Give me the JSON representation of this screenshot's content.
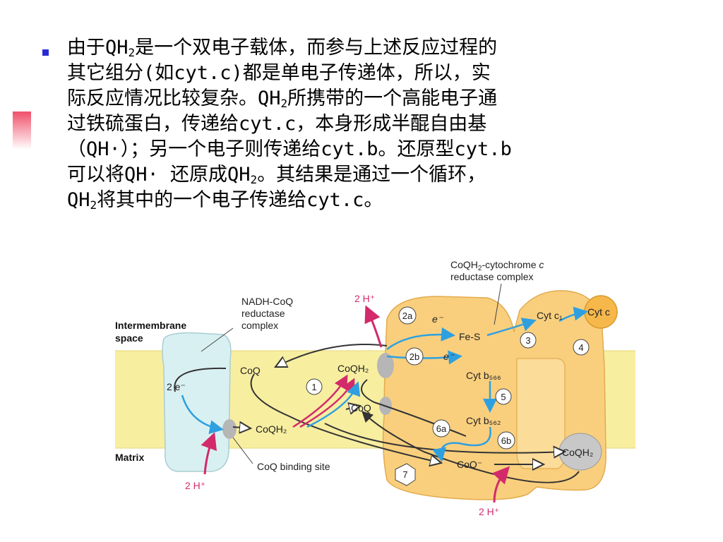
{
  "text": {
    "line1_a": "由于QH",
    "line1_sub": "2",
    "line1_b": "是一个双电子载体，而参与上述反应过程的",
    "line2": "其它组分(如cyt.c)都是单电子传递体，所以，实",
    "line3_a": "际反应情况比较复杂。QH",
    "line3_sub": "2",
    "line3_b": "所携带的一个高能电子通",
    "line4": "过铁硫蛋白，传递给cyt.c，本身形成半醌自由基",
    "line5": "（QH·）；另一个电子则传递给cyt.b。还原型cyt.b",
    "line6_a": "可以将QH· 还原成QH",
    "line6_sub": "2",
    "line6_b": "。其结果是通过一个循环，",
    "line7_a": "QH",
    "line7_sub": "2",
    "line7_b": "将其中的一个电子传递给cyt.c。"
  },
  "diagram": {
    "complex_title_a": "CoQH",
    "complex_title_sub": "2",
    "complex_title_b": "-cytochrome ",
    "complex_title_c": "c",
    "complex_title_line2": "reductase complex",
    "nadh_line1": "NADH-CoQ",
    "nadh_line2": "reductase",
    "nadh_line3": "complex",
    "intermembrane_line1": "Intermembrane",
    "intermembrane_line2": "space",
    "matrix": "Matrix",
    "two_e": "2 e⁻",
    "coq_left": "CoQ",
    "coqh2_left": "CoQH₂",
    "coqh2_mid": "CoQH₂",
    "coq_mid": "CoQ",
    "coq_binding_site": "CoQ binding site",
    "h_top": "2 H⁺",
    "h_bottom_left": "2 H⁺",
    "h_bottom_right": "2 H⁺",
    "e_minus_1": "e⁻",
    "e_minus_2": "e⁻",
    "fe_s": "Fe-S",
    "cyt_c1": "Cyt c₁",
    "cyt_c": "Cyt c",
    "cyt_b566": "Cyt b₅₆₆",
    "cyt_b562": "Cyt b₅₆₂",
    "coq_semi": "CoQ⁻",
    "coqh2_right": "CoQH₂",
    "steps": [
      "1",
      "2a",
      "2b",
      "3",
      "4",
      "5",
      "6a",
      "6b",
      "7"
    ]
  },
  "colors": {
    "membrane": "#f7eea0",
    "complex": "#f9cf7e",
    "nadh_complex": "#d9f0f2",
    "arrow_blue": "#2ea0e0",
    "arrow_red": "#d32a6b",
    "bullet": "#2b2bd6"
  }
}
